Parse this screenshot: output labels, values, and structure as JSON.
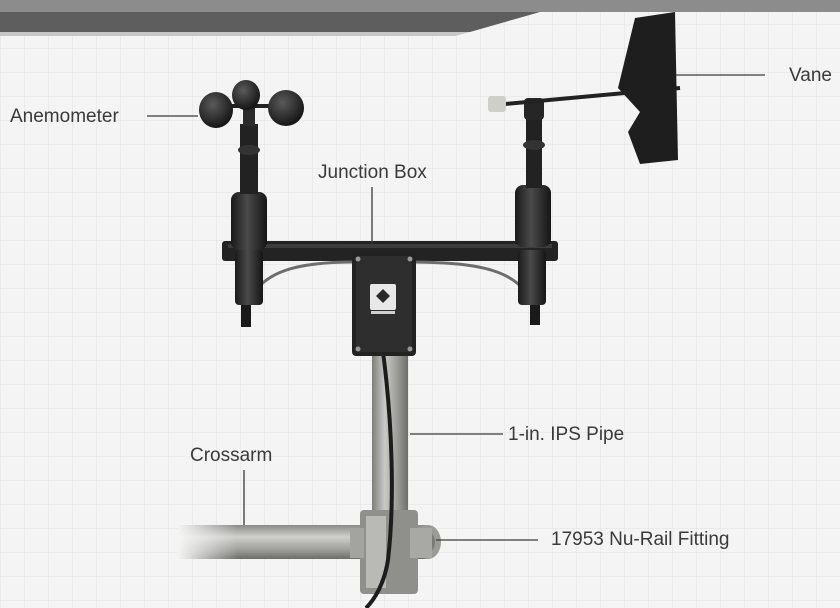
{
  "labels": {
    "vane": "Vane",
    "anemometer": "Anemometer",
    "junction_box": "Junction Box",
    "pipe": "1-in. IPS Pipe",
    "crossarm": "Crossarm",
    "fitting": "17953 Nu-Rail Fitting"
  },
  "colors": {
    "background": "#f4f4f4",
    "grid": "#e2e2e2",
    "sensor_body": "#2a2a2a",
    "pipe_metal": "#a9a9a6",
    "label_text": "#3a3a3a",
    "leader_line": "#3a3a3a"
  },
  "icons": [
    "young-logo-icon"
  ]
}
